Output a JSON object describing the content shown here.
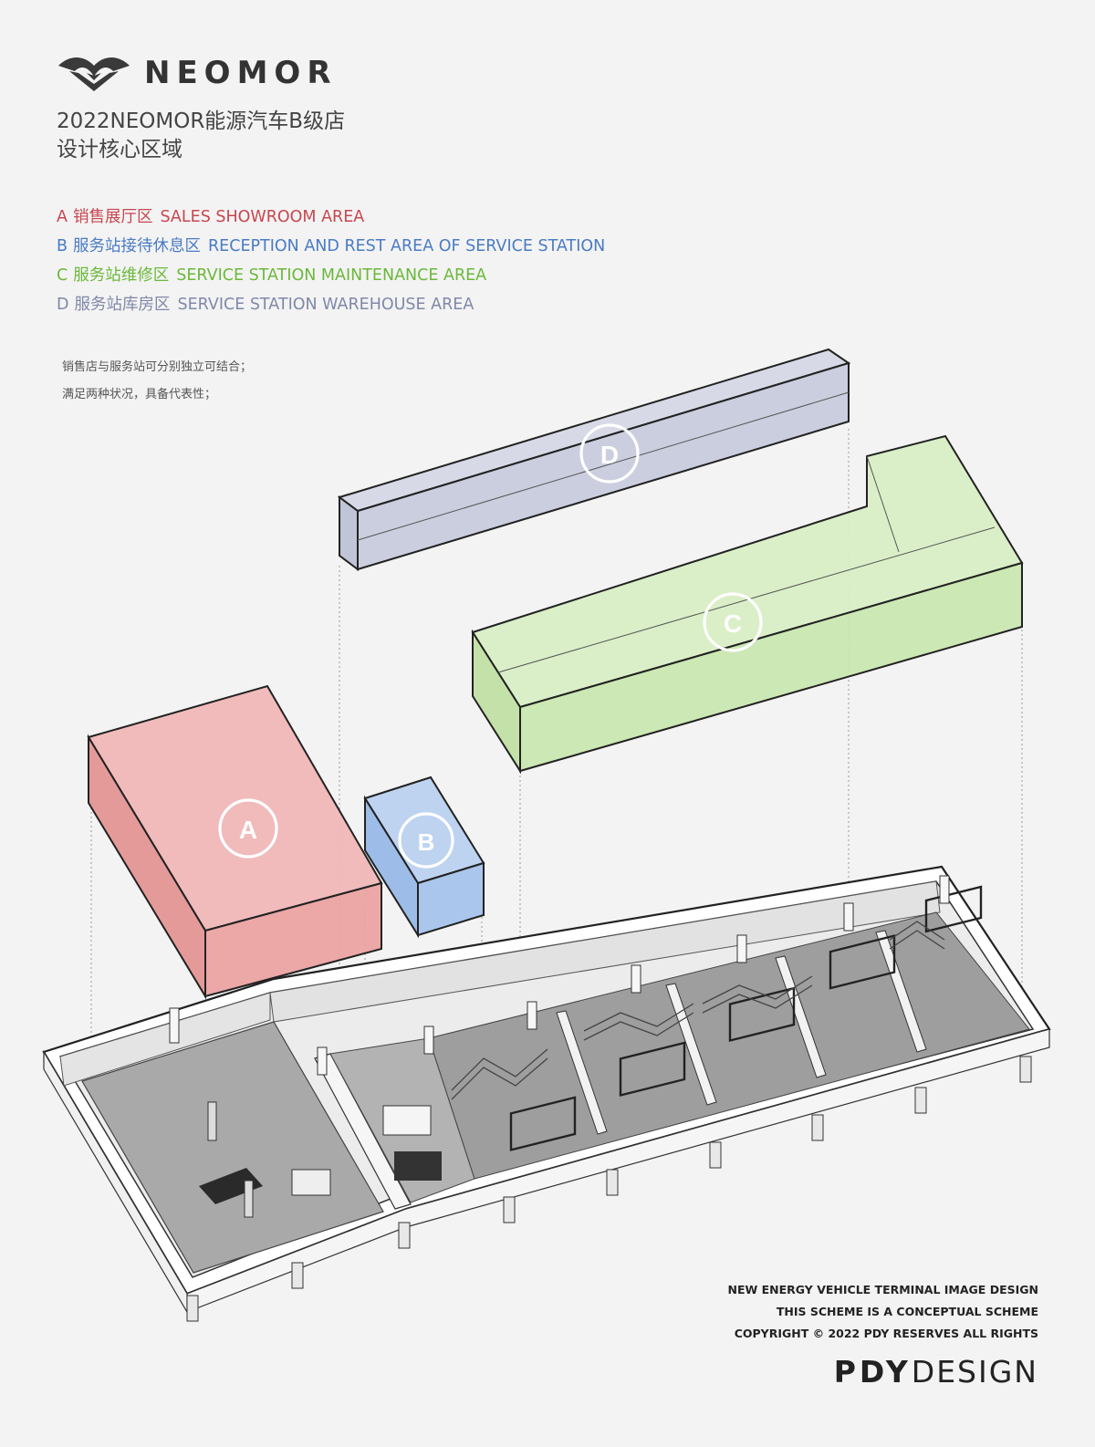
{
  "brand": {
    "logo_text": "NEOMOR",
    "logo_icon": "wing-v-emblem-icon"
  },
  "title": {
    "line1": "2022NEOMOR能源汽车B级店",
    "line2": "设计核心区域"
  },
  "legend": [
    {
      "code": "A",
      "cn": "销售展厅区",
      "en": "SALES SHOWROOM AREA",
      "color": "#c8464f"
    },
    {
      "code": "B",
      "cn": "服务站接待休息区",
      "en": "RECEPTION AND REST AREA OF SERVICE STATION",
      "color": "#4a7bc4"
    },
    {
      "code": "C",
      "cn": "服务站维修区",
      "en": "SERVICE STATION MAINTENANCE AREA",
      "color": "#6bb83a"
    },
    {
      "code": "D",
      "cn": "服务站库房区",
      "en": "SERVICE STATION WAREHOUSE AREA",
      "color": "#7f88a8"
    }
  ],
  "note": {
    "line1": "销售店与服务站可分别独立可结合；",
    "line2": "满足两种状况，具备代表性；"
  },
  "zones": [
    {
      "label": "A",
      "fill": "#eba1a1",
      "top": "#f1b6b6",
      "side": "#e49393"
    },
    {
      "label": "B",
      "fill": "#a4c2ec",
      "top": "#b9d0f0",
      "side": "#96b7e6"
    },
    {
      "label": "C",
      "fill": "#c9e7b0",
      "top": "#d8efc3",
      "side": "#bfe0a3"
    },
    {
      "label": "D",
      "fill": "#c7cbdc",
      "top": "#d5d8e5",
      "side": "#bcc1d5"
    }
  ],
  "footer": {
    "line1": "NEW ENERGY VEHICLE TERMINAL IMAGE DESIGN",
    "line2": "THIS SCHEME IS A CONCEPTUAL SCHEME",
    "line3": "COPYRIGHT © 2022 PDY RESERVES ALL RIGHTS",
    "brand_a": "PDY",
    "brand_b": "DESIGN"
  }
}
